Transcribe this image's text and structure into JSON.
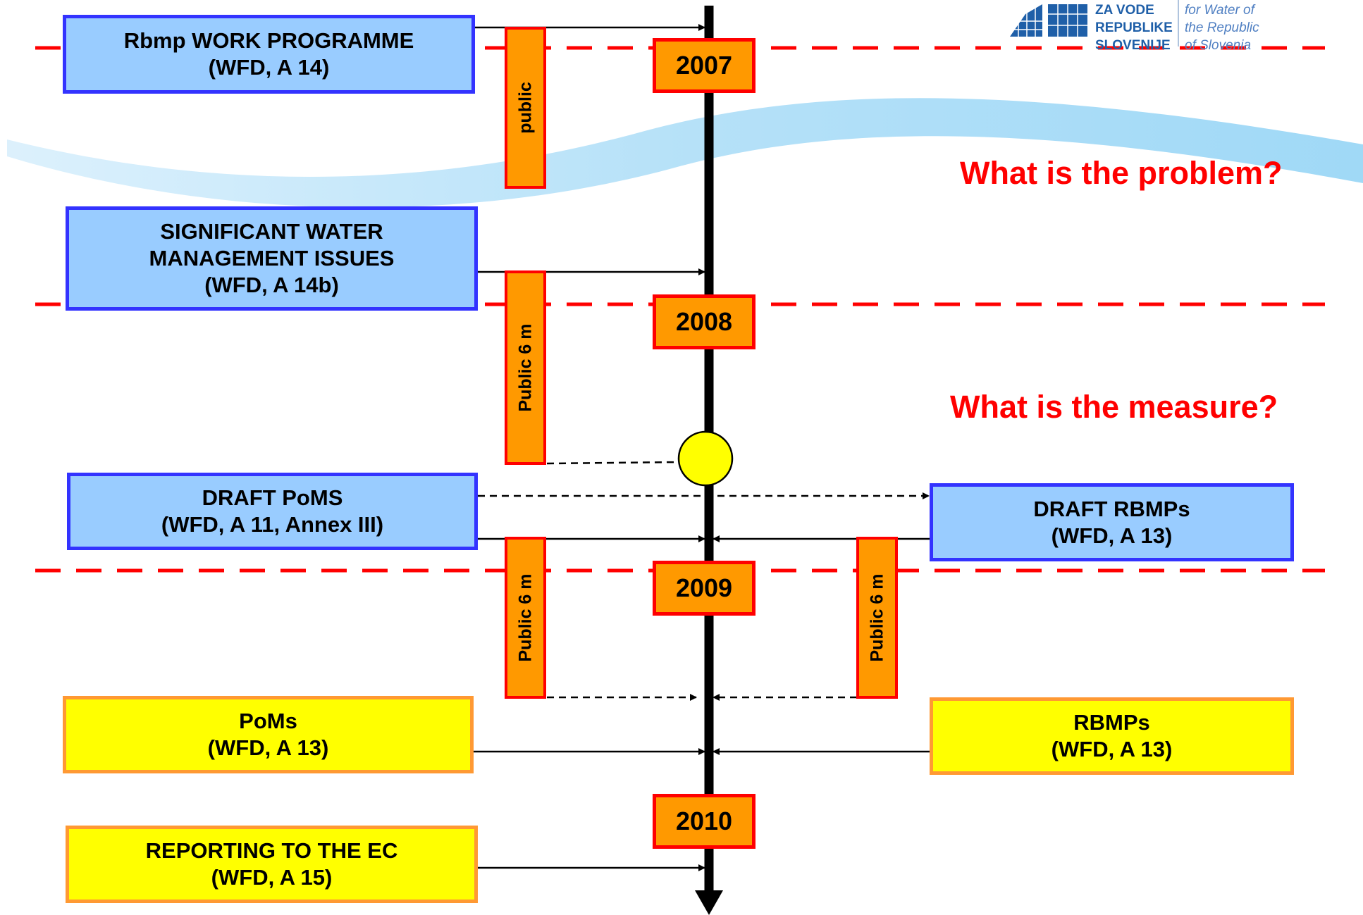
{
  "logo": {
    "lines_left": [
      "ZA VODE",
      "REPUBLIKE",
      "SLOVENIJE"
    ],
    "lines_right": [
      "for Water of",
      "the Republic",
      "of Slovenia"
    ]
  },
  "years": [
    "2007",
    "2008",
    "2009",
    "2010"
  ],
  "questions": {
    "problem": "What is the problem?",
    "measure": "What is the measure?"
  },
  "boxes": {
    "work_programme": [
      "Rbmp WORK PROGRAMME",
      "(WFD, A 14)"
    ],
    "swmi": [
      "SIGNIFICANT WATER",
      "MANAGEMENT ISSUES",
      "(WFD, A 14b)"
    ],
    "draft_poms": [
      "DRAFT PoMS",
      "(WFD, A 11, Annex III)"
    ],
    "draft_rbmps": [
      "DRAFT RBMPs",
      "(WFD, A 13)"
    ],
    "poms": [
      "PoMs",
      "(WFD, A 13)"
    ],
    "rbmps": [
      "RBMPs",
      "(WFD, A 13)"
    ],
    "reporting": [
      "REPORTING TO THE EC",
      "(WFD, A 15)"
    ]
  },
  "public_bars": {
    "public_1": "public",
    "public_2": "Public 6 m",
    "public_3": "Public 6 m",
    "public_4": "Public 6 m"
  },
  "colors": {
    "box_blue_fill": "#99ccff",
    "box_blue_border": "#3333ff",
    "box_yellow_fill": "#ffff00",
    "box_yellow_border": "#ff9933",
    "year_fill": "#ff9900",
    "year_border": "#ff0000",
    "divider": "#ff0000",
    "question": "#ff0000",
    "milestone": "#ffff00"
  }
}
